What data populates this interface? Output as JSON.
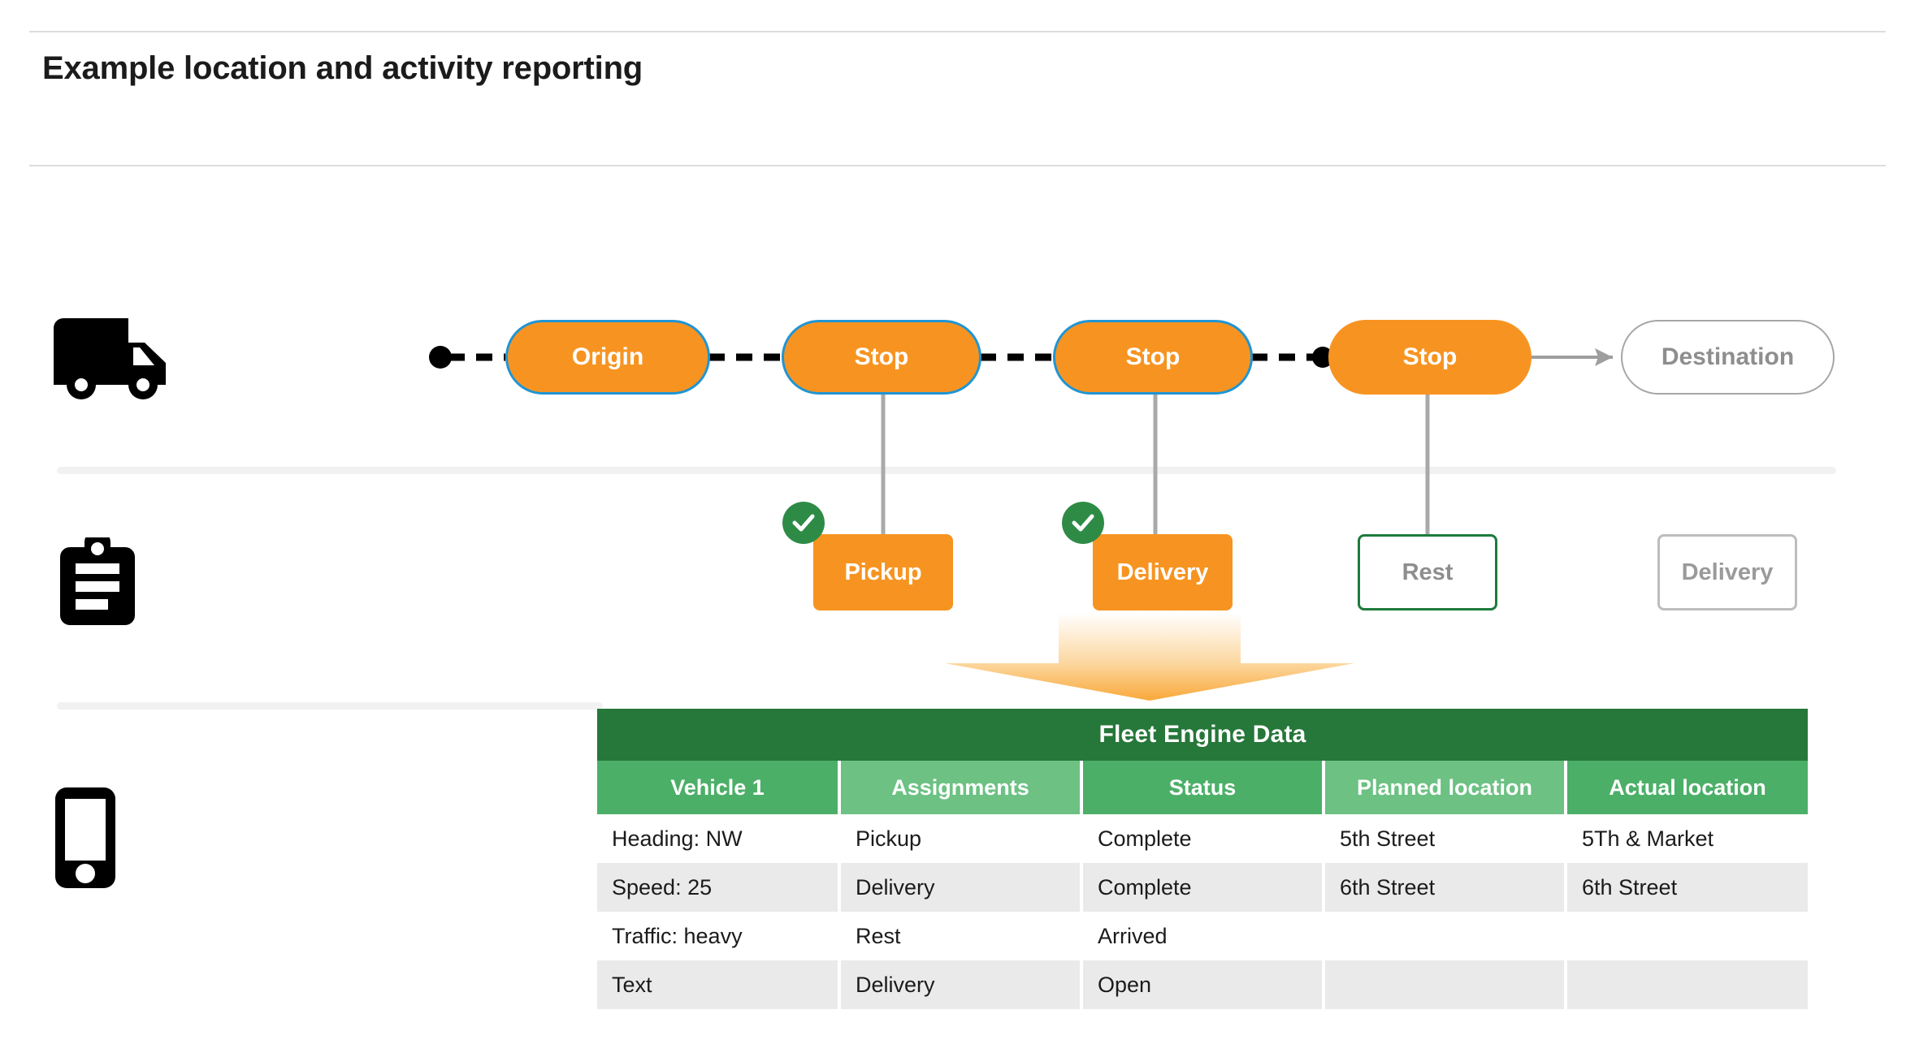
{
  "page": {
    "title": "Example location and activity reporting"
  },
  "gutter": {
    "icons": [
      {
        "name": "truck-icon",
        "label": "Vehicle location"
      },
      {
        "name": "clipboard-icon",
        "label": "Activity assignments"
      },
      {
        "name": "phone-icon",
        "label": "Mobile device reporting"
      }
    ]
  },
  "route": {
    "stops": [
      {
        "label": "Origin",
        "style": "filled-bordered"
      },
      {
        "label": "Stop",
        "style": "filled-bordered"
      },
      {
        "label": "Stop",
        "style": "filled-bordered"
      },
      {
        "label": "Stop",
        "style": "filled"
      },
      {
        "label": "Destination",
        "style": "outlined"
      }
    ]
  },
  "activities": [
    {
      "label": "Pickup",
      "style": "filled",
      "checked": true
    },
    {
      "label": "Delivery",
      "style": "filled",
      "checked": true
    },
    {
      "label": "Rest",
      "style": "outline-green",
      "checked": false
    },
    {
      "label": "Delivery",
      "style": "outline-gray",
      "checked": false
    }
  ],
  "table": {
    "title": "Fleet Engine Data",
    "columns": [
      "Vehicle 1",
      "Assignments",
      "Status",
      "Planned location",
      "Actual location"
    ],
    "rows": [
      [
        "Heading: NW",
        "Pickup",
        "Complete",
        "5th Street",
        "5Th & Market"
      ],
      [
        "Speed: 25",
        "Delivery",
        "Complete",
        "6th Street",
        "6th Street"
      ],
      [
        "Traffic: heavy",
        "Rest",
        "Arrived",
        "",
        ""
      ],
      [
        "Text",
        "Delivery",
        "Open",
        "",
        ""
      ]
    ]
  },
  "colors": {
    "orange": "#f79421",
    "blue_border": "#1f95d4",
    "green_dark": "#26773a",
    "green_header_a": "#4caf68",
    "green_header_b": "#6cc183",
    "gray_outline": "#a6a6a6",
    "row_zebra": "#eaeaea"
  }
}
